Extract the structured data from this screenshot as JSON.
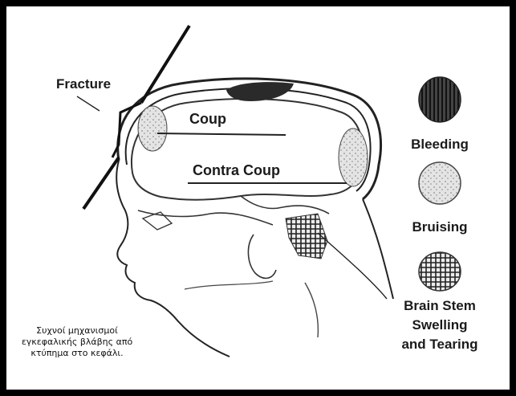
{
  "diagram": {
    "labels": {
      "fracture": "Fracture",
      "coup": "Coup",
      "contra_coup": "Contra Coup"
    },
    "legend": [
      {
        "key": "bleeding",
        "lines": [
          "Bleeding"
        ],
        "fill": "#3a3a3a"
      },
      {
        "key": "bruising",
        "lines": [
          "Bruising"
        ],
        "fill": "#d9d9d9"
      },
      {
        "key": "brainstem",
        "lines": [
          "Brain Stem",
          "Swelling",
          "and Tearing"
        ],
        "fill": "#e6e6e6"
      }
    ],
    "caption": [
      "Συχνοί μηχανισμοί",
      "εγκεφαλικής βλάβης από",
      "κτύπημα στο κεφάλι."
    ]
  },
  "colors": {
    "frame": "#000000",
    "panel": "#ffffff",
    "ink": "#1b1b1b"
  }
}
